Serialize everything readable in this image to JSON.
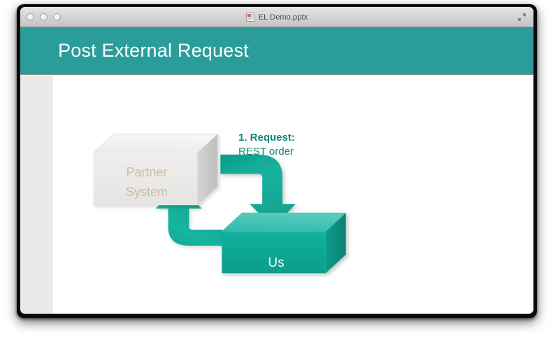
{
  "window": {
    "title": "EL Demo.pptx",
    "doc_icon": "powerpoint-document-icon",
    "controls": {
      "close": "close-button",
      "minimize": "minimize-button",
      "zoom": "zoom-button",
      "fullscreen": "fullscreen-button"
    }
  },
  "slide": {
    "title": "Post External Request",
    "header_color": "#2a9d9b",
    "background_color": "#ffffff",
    "sidebar_color": "#eaeaea"
  },
  "diagram": {
    "annotation": {
      "line1": "1. Request:",
      "line2": "REST order",
      "color": "#0d8a76"
    },
    "boxes": [
      {
        "id": "partner-system",
        "label": "Partner\nSystem",
        "face_color": "#eceae9",
        "top_color": "#f4f3f2",
        "side_color": "#c9c9c9",
        "text_color": "#cabfa4"
      },
      {
        "id": "us",
        "label": "Us",
        "face_color": "#10a998",
        "top_color": "#3fc2b3",
        "side_color": "#0c8f80",
        "text_color": "#f2fbf9"
      }
    ],
    "arrows": [
      {
        "id": "request-arrow",
        "from": "partner-system",
        "to": "us",
        "direction": "down",
        "color": "#15a895"
      },
      {
        "id": "response-arrow",
        "from": "us",
        "to": "partner-system",
        "direction": "up",
        "color": "#15a895"
      }
    ]
  }
}
